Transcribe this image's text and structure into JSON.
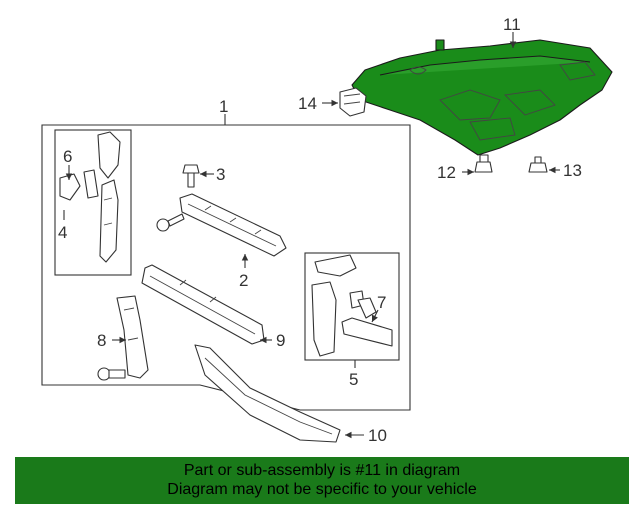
{
  "callouts": {
    "c1": "1",
    "c2": "2",
    "c3": "3",
    "c4": "4",
    "c5": "5",
    "c6": "6",
    "c7": "7",
    "c8": "8",
    "c9": "9",
    "c10": "10",
    "c11": "11",
    "c12": "12",
    "c13": "13",
    "c14": "14"
  },
  "highlight_color": "#1a8c1a",
  "banner": {
    "line1": "Part or sub-assembly is #11 in diagram",
    "line2": "Diagram may not be specific to your vehicle",
    "color": "#1a7a1a"
  }
}
